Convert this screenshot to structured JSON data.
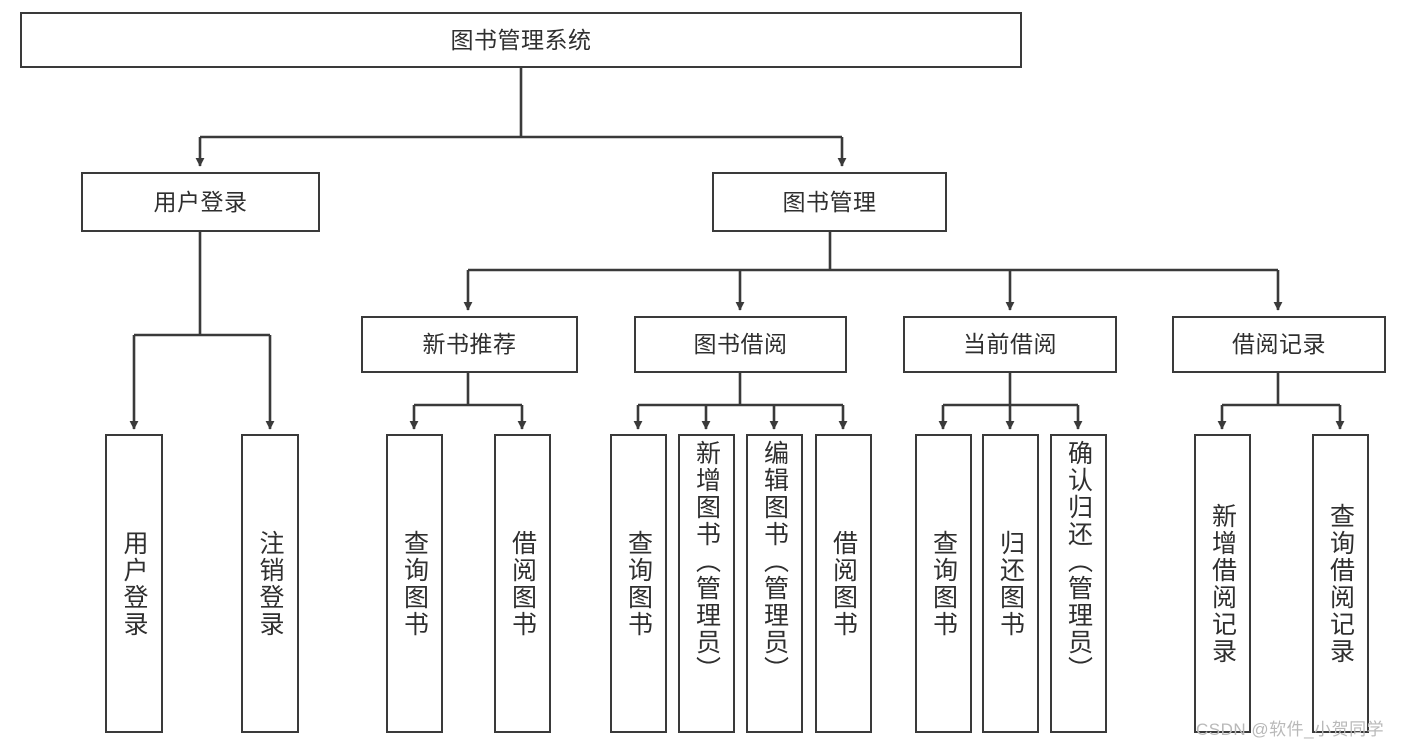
{
  "diagram": {
    "title": "图书管理系统",
    "type": "tree-hierarchy",
    "background_color": "#ffffff",
    "line_color": "#3a3a3a",
    "text_color": "#2f2f2f",
    "watermark": "CSDN @软件_小贺同学",
    "nodes": {
      "root": {
        "label": "图书管理系统"
      },
      "level2": [
        {
          "label": "用户登录"
        },
        {
          "label": "图书管理"
        }
      ],
      "level3": [
        {
          "label": "新书推荐"
        },
        {
          "label": "图书借阅"
        },
        {
          "label": "当前借阅"
        },
        {
          "label": "借阅记录"
        }
      ],
      "leaves": {
        "user_login": [
          {
            "label": "用户登录"
          },
          {
            "label": "注销登录"
          }
        ],
        "new_book_recommend": [
          {
            "label": "查询图书"
          },
          {
            "label": "借阅图书"
          }
        ],
        "book_borrow": [
          {
            "label": "查询图书"
          },
          {
            "label": "新增图书（管理员）"
          },
          {
            "label": "编辑图书（管理员）"
          },
          {
            "label": "借阅图书"
          }
        ],
        "current_borrow": [
          {
            "label": "查询图书"
          },
          {
            "label": "归还图书"
          },
          {
            "label": "确认归还（管理员）"
          }
        ],
        "borrow_record": [
          {
            "label": "新增借阅记录"
          },
          {
            "label": "查询借阅记录"
          }
        ]
      }
    }
  }
}
